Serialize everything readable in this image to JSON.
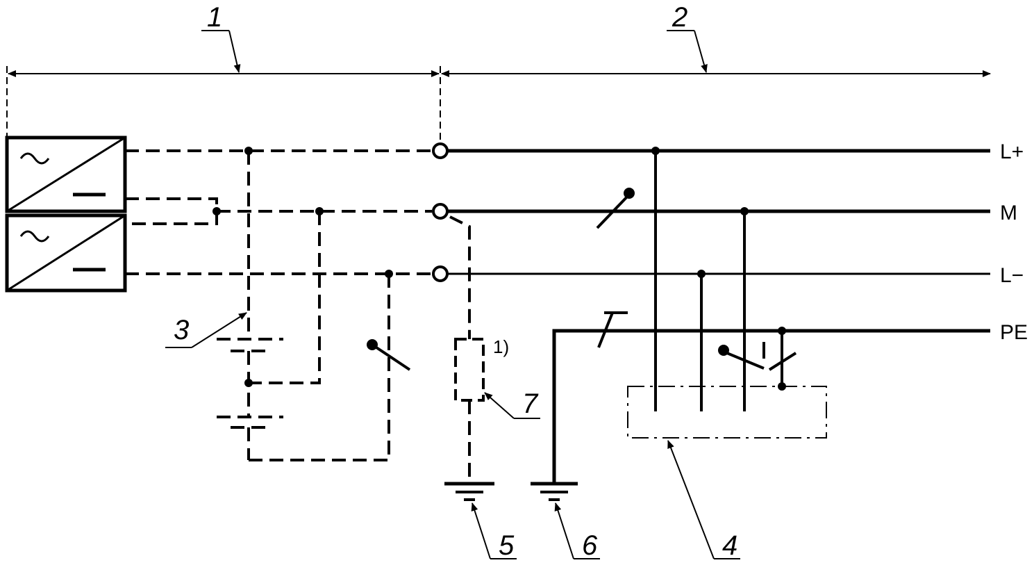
{
  "rails": {
    "l_plus": "L+",
    "m": "M",
    "l_minus": "L−",
    "pe": "PE"
  },
  "callouts": {
    "c1": "1",
    "c2": "2",
    "c3": "3",
    "c4": "4",
    "c5": "5",
    "c6": "6",
    "c7": "7"
  },
  "footnote_ref": "1)",
  "colors": {
    "stroke": "#000000",
    "background": "#ffffff"
  }
}
